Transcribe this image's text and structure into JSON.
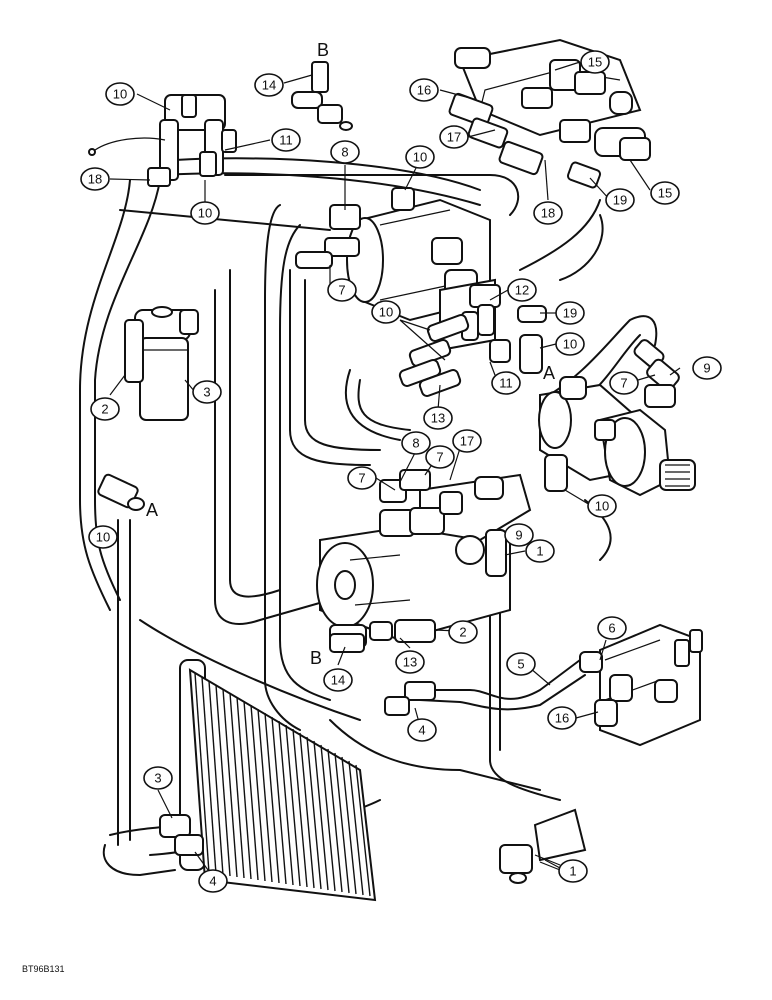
{
  "figure_code": "BT96B131",
  "callouts": [
    {
      "label": "14"
    },
    {
      "label": "10"
    },
    {
      "label": "11"
    },
    {
      "label": "18"
    },
    {
      "label": "10"
    },
    {
      "label": "16"
    },
    {
      "label": "15"
    },
    {
      "label": "17"
    },
    {
      "label": "8"
    },
    {
      "label": "10"
    },
    {
      "label": "18"
    },
    {
      "label": "19"
    },
    {
      "label": "15"
    },
    {
      "label": "7"
    },
    {
      "label": "12"
    },
    {
      "label": "10"
    },
    {
      "label": "19"
    },
    {
      "label": "10"
    },
    {
      "label": "11"
    },
    {
      "label": "2"
    },
    {
      "label": "3"
    },
    {
      "label": "13"
    },
    {
      "label": "7"
    },
    {
      "label": "9"
    },
    {
      "label": "17"
    },
    {
      "label": "8"
    },
    {
      "label": "7"
    },
    {
      "label": "7"
    },
    {
      "label": "10"
    },
    {
      "label": "10"
    },
    {
      "label": "9"
    },
    {
      "label": "1"
    },
    {
      "label": "2"
    },
    {
      "label": "13"
    },
    {
      "label": "14"
    },
    {
      "label": "6"
    },
    {
      "label": "5"
    },
    {
      "label": "4"
    },
    {
      "label": "16"
    },
    {
      "label": "3"
    },
    {
      "label": "4"
    },
    {
      "label": "1"
    }
  ],
  "letters": [
    {
      "label": "B"
    },
    {
      "label": "A"
    },
    {
      "label": "A"
    },
    {
      "label": "B"
    }
  ]
}
